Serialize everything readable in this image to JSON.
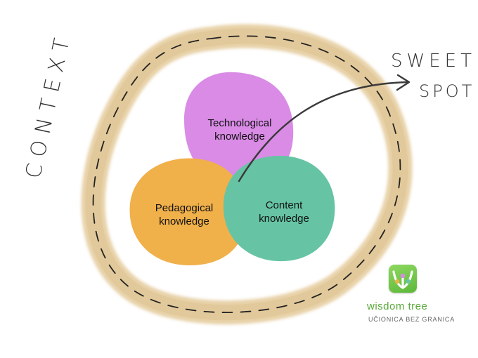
{
  "diagram": {
    "circles": [
      {
        "id": "technological",
        "label_line1": "Technological",
        "label_line2": "knowledge",
        "color": "#d98be6"
      },
      {
        "id": "pedagogical",
        "label_line1": "Pedagogical",
        "label_line2": "knowledge",
        "color": "#f0b04a"
      },
      {
        "id": "content",
        "label_line1": "Content",
        "label_line2": "knowledge",
        "color": "#66c4a4"
      }
    ],
    "overlap_colors": {
      "tech_ped": "#d8858c",
      "tech_content": "#9a86d4",
      "ped_content": "#5e9a4e",
      "center": "#6b7a50"
    },
    "ring_color": "#e8d2a8",
    "context_label": "CONTEXT",
    "sweet_spot_line1": "SWEET",
    "sweet_spot_line2": "SPOT"
  },
  "logo": {
    "name": "wisdom tree",
    "tagline": "UČIONICA BEZ GRANICA",
    "accent": "#5aa83a",
    "icon": "wisdom-tree-logo-icon"
  }
}
